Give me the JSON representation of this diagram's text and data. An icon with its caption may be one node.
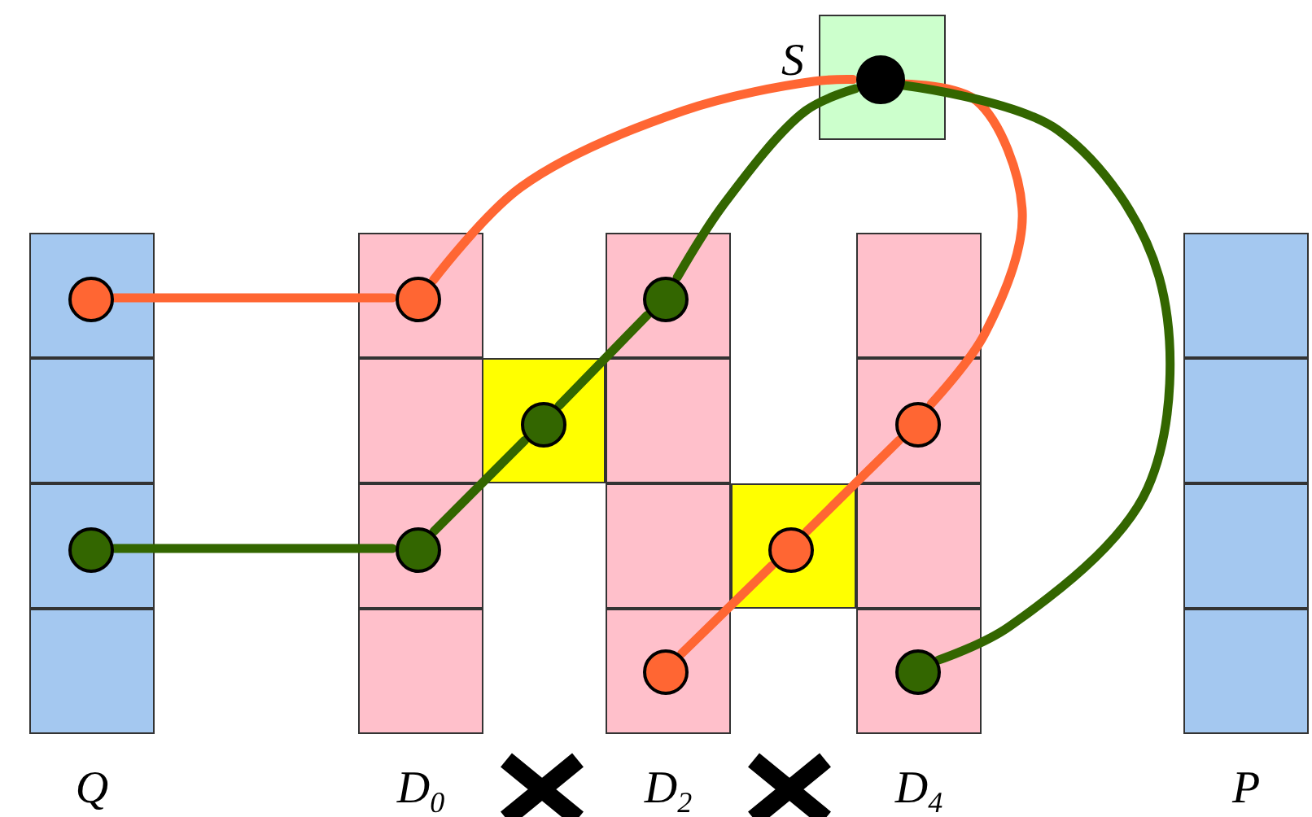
{
  "diagram": {
    "nodes": [
      {
        "text": [
          "S"
        ]
      },
      {
        "text": [
          "Q"
        ]
      },
      {
        "text": [],
        "shape": "box",
        "in": 1
      },
      {
        "text": [],
        "shape": "box",
        "in": 1
      },
      {
        "text": [],
        "shape": "box",
        "in": 1
      },
      {
        "text": [],
        "shape": "box",
        "in": 1
      },
      {
        "text": [
          "D$_{0}$"
        ]
      },
      {
        "text": [],
        "shape": "box",
        "in": 6
      },
      {
        "text": [],
        "shape": "box",
        "in": 6
      },
      {
        "text": [],
        "shape": "box",
        "in": 6
      },
      {
        "text": [],
        "shape": "box",
        "in": 6
      },
      {
        "text": [],
        "shape": "box"
      },
      {
        "text": [
          "D$_{2}$"
        ]
      },
      {
        "text": [],
        "shape": "box",
        "in": 12
      },
      {
        "text": [],
        "shape": "box",
        "in": 12
      },
      {
        "text": [],
        "shape": "box",
        "in": 12
      },
      {
        "text": [],
        "shape": "box",
        "in": 12
      },
      {
        "text": [],
        "shape": "box"
      },
      {
        "text": [
          "D$_{4}$"
        ]
      },
      {
        "text": [],
        "shape": "box",
        "in": 18
      },
      {
        "text": [],
        "shape": "box",
        "in": 18
      },
      {
        "text": [],
        "shape": "box",
        "in": 18
      },
      {
        "text": [],
        "shape": "box",
        "in": 18
      },
      {
        "text": [
          "P"
        ]
      },
      {
        "text": [],
        "shape": "box",
        "in": 23
      },
      {
        "text": [],
        "shape": "box",
        "in": 23
      },
      {
        "text": [],
        "shape": "box",
        "in": 23
      },
      {
        "text": [],
        "shape": "box",
        "in": 23
      },
      {
        "text": [],
        "shape": "circle",
        "in": 0
      },
      {
        "text": [],
        "shape": "circle",
        "in": 2
      },
      {
        "text": [],
        "shape": "circle",
        "in": 7
      },
      {
        "text": [],
        "shape": "circle",
        "in": 13
      },
      {
        "text": [],
        "shape": "circle",
        "in": 11
      },
      {
        "text": [],
        "shape": "circle",
        "in": 20
      },
      {
        "text": [],
        "shape": "circle",
        "in": 4
      },
      {
        "text": [],
        "shape": "circle",
        "in": 9
      },
      {
        "text": [],
        "shape": "circle",
        "in": 17
      },
      {
        "text": [],
        "shape": "circle",
        "in": 16
      },
      {
        "text": [],
        "shape": "circle",
        "in": 22
      }
    ],
    "edges": [
      {
        "from": 29,
        "to": 30,
        "arrow": "none",
        "color": "#ff6633"
      },
      {
        "from": 30,
        "to": 28,
        "arrow": "none",
        "color": "#ff6633"
      },
      {
        "from": 28,
        "to": 33,
        "arrow": "none",
        "color": "#ff6633"
      },
      {
        "from": 33,
        "to": 36,
        "arrow": "none",
        "color": "#ff6633"
      },
      {
        "from": 36,
        "to": 37,
        "arrow": "none",
        "color": "#ff6633"
      },
      {
        "from": 34,
        "to": 35,
        "arrow": "none",
        "color": "#336600"
      },
      {
        "from": 35,
        "to": 32,
        "arrow": "none",
        "color": "#336600"
      },
      {
        "from": 32,
        "to": 31,
        "arrow": "none",
        "color": "#336600"
      },
      {
        "from": 31,
        "to": 28,
        "arrow": "none",
        "color": "#336600"
      },
      {
        "from": 28,
        "to": 38,
        "arrow": "none",
        "color": "#336600"
      }
    ]
  }
}
